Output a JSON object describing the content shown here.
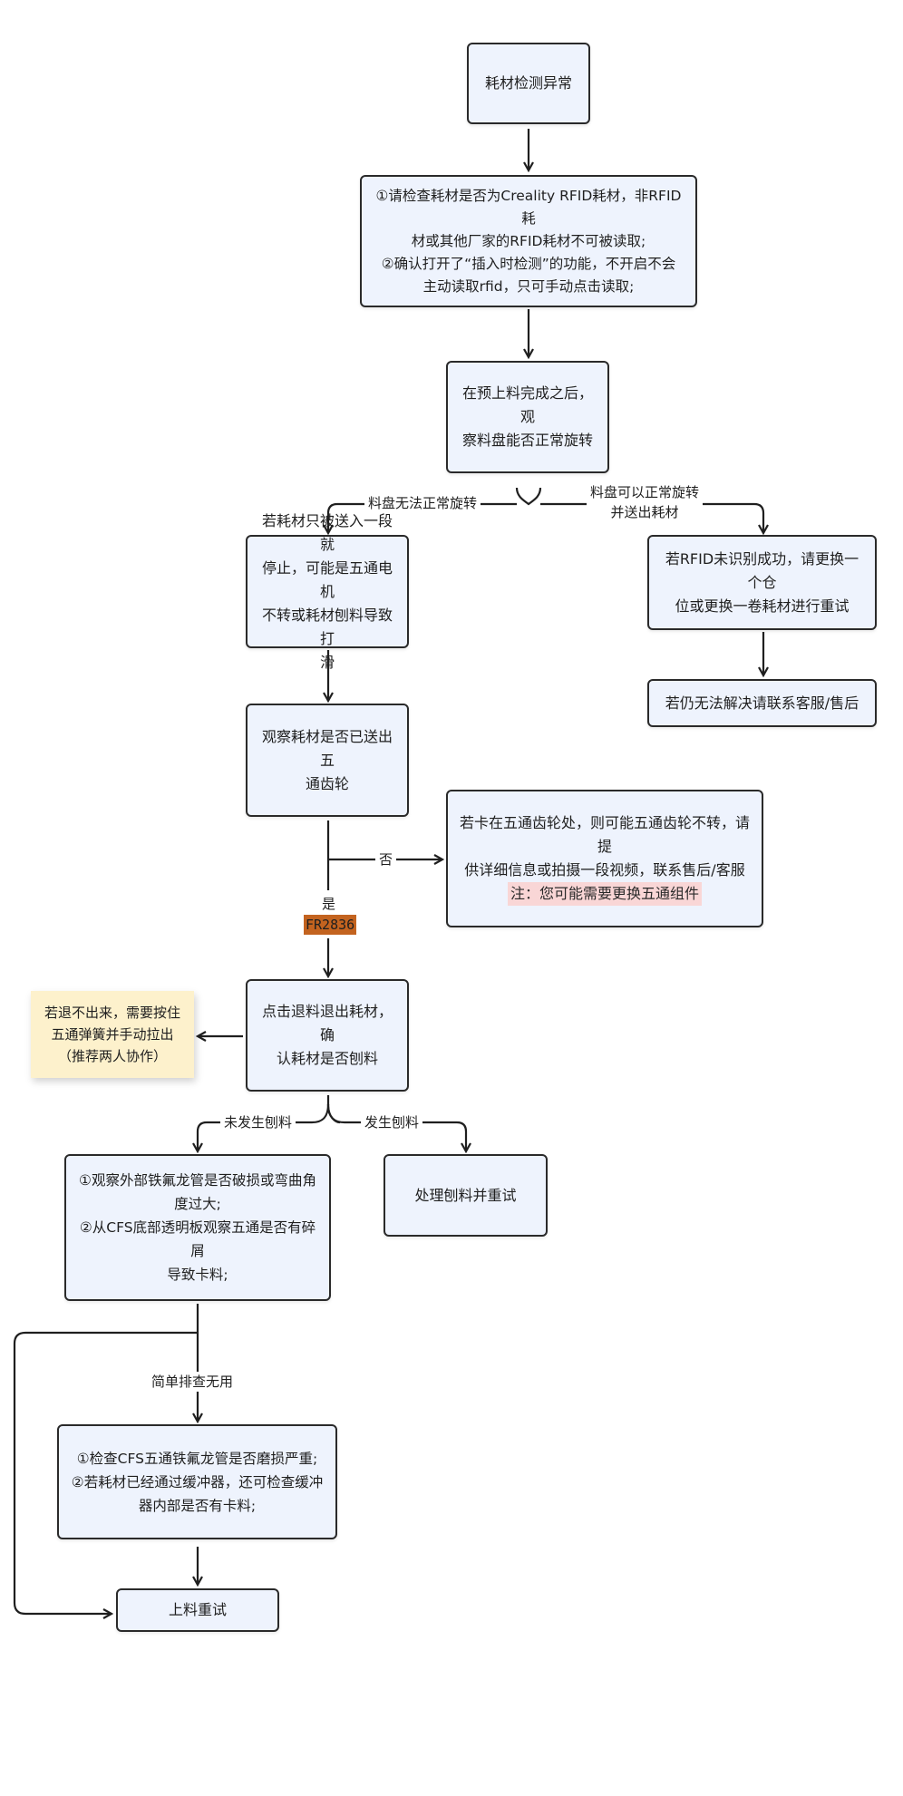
{
  "nodes": {
    "start": "耗材检测异常",
    "check_rfid": [
      "①请检查耗材是否为Creality RFID耗材，非RFID耗",
      "材或其他厂家的RFID耗材不可被读取;",
      "②确认打开了“插入时检测”的功能，不开启不会",
      "主动读取rfid，只可手动点击读取;"
    ],
    "observe_spool": [
      "在预上料完成之后，观",
      "察料盘能否正常旋转"
    ],
    "feed_stop": [
      "若耗材只被送入一段就",
      "停止，可能是五通电机",
      "不转或耗材刨料导致打",
      "滑"
    ],
    "rfid_fail": [
      "若RFID未识别成功，请更换一个仓",
      "位或更换一卷耗材进行重试"
    ],
    "contact_support_1": "若仍无法解决请联系客服/售后",
    "observe_gear": [
      "观察耗材是否已送出五",
      "通齿轮"
    ],
    "gear_stuck": [
      "若卡在五通齿轮处，则可能五通齿轮不转，请提",
      "供详细信息或拍摄一段视频，联系售后/客服"
    ],
    "gear_stuck_note": "注：您可能需要更换五通组件",
    "retract": [
      "点击退料退出耗材，确",
      "认耗材是否刨料"
    ],
    "sticky_note": [
      "若退不出来，需要按住",
      "五通弹簧并手动拉出",
      "（推荐两人协作）"
    ],
    "observe_tube": [
      "①观察外部铁氟龙管是否破损或弯曲角",
      "度过大;",
      "②从CFS底部透明板观察五通是否有碎屑",
      "导致卡料;"
    ],
    "handle_grind": "处理刨料并重试",
    "check_wear": [
      "①检查CFS五通铁氟龙管是否磨损严重;",
      "②若耗材已经通过缓冲器，还可检查缓冲",
      "器内部是否有卡料;"
    ],
    "retry": "上料重试"
  },
  "labels": {
    "spool_not_rotate": "料盘无法正常旋转",
    "spool_rotate": [
      "料盘可以正常旋转",
      "并送出耗材"
    ],
    "no": "否",
    "yes": "是",
    "code": "FR2836",
    "not_ground": "未发生刨料",
    "ground": "发生刨料",
    "simple_check_fail": "简单排查无用"
  },
  "colors": {
    "node_fill": "#eef3fd",
    "border": "#2a2a2a",
    "sticky": "#fdf1cc",
    "note_highlight": "#f9d6d6",
    "code_tag": "#c3631f"
  }
}
